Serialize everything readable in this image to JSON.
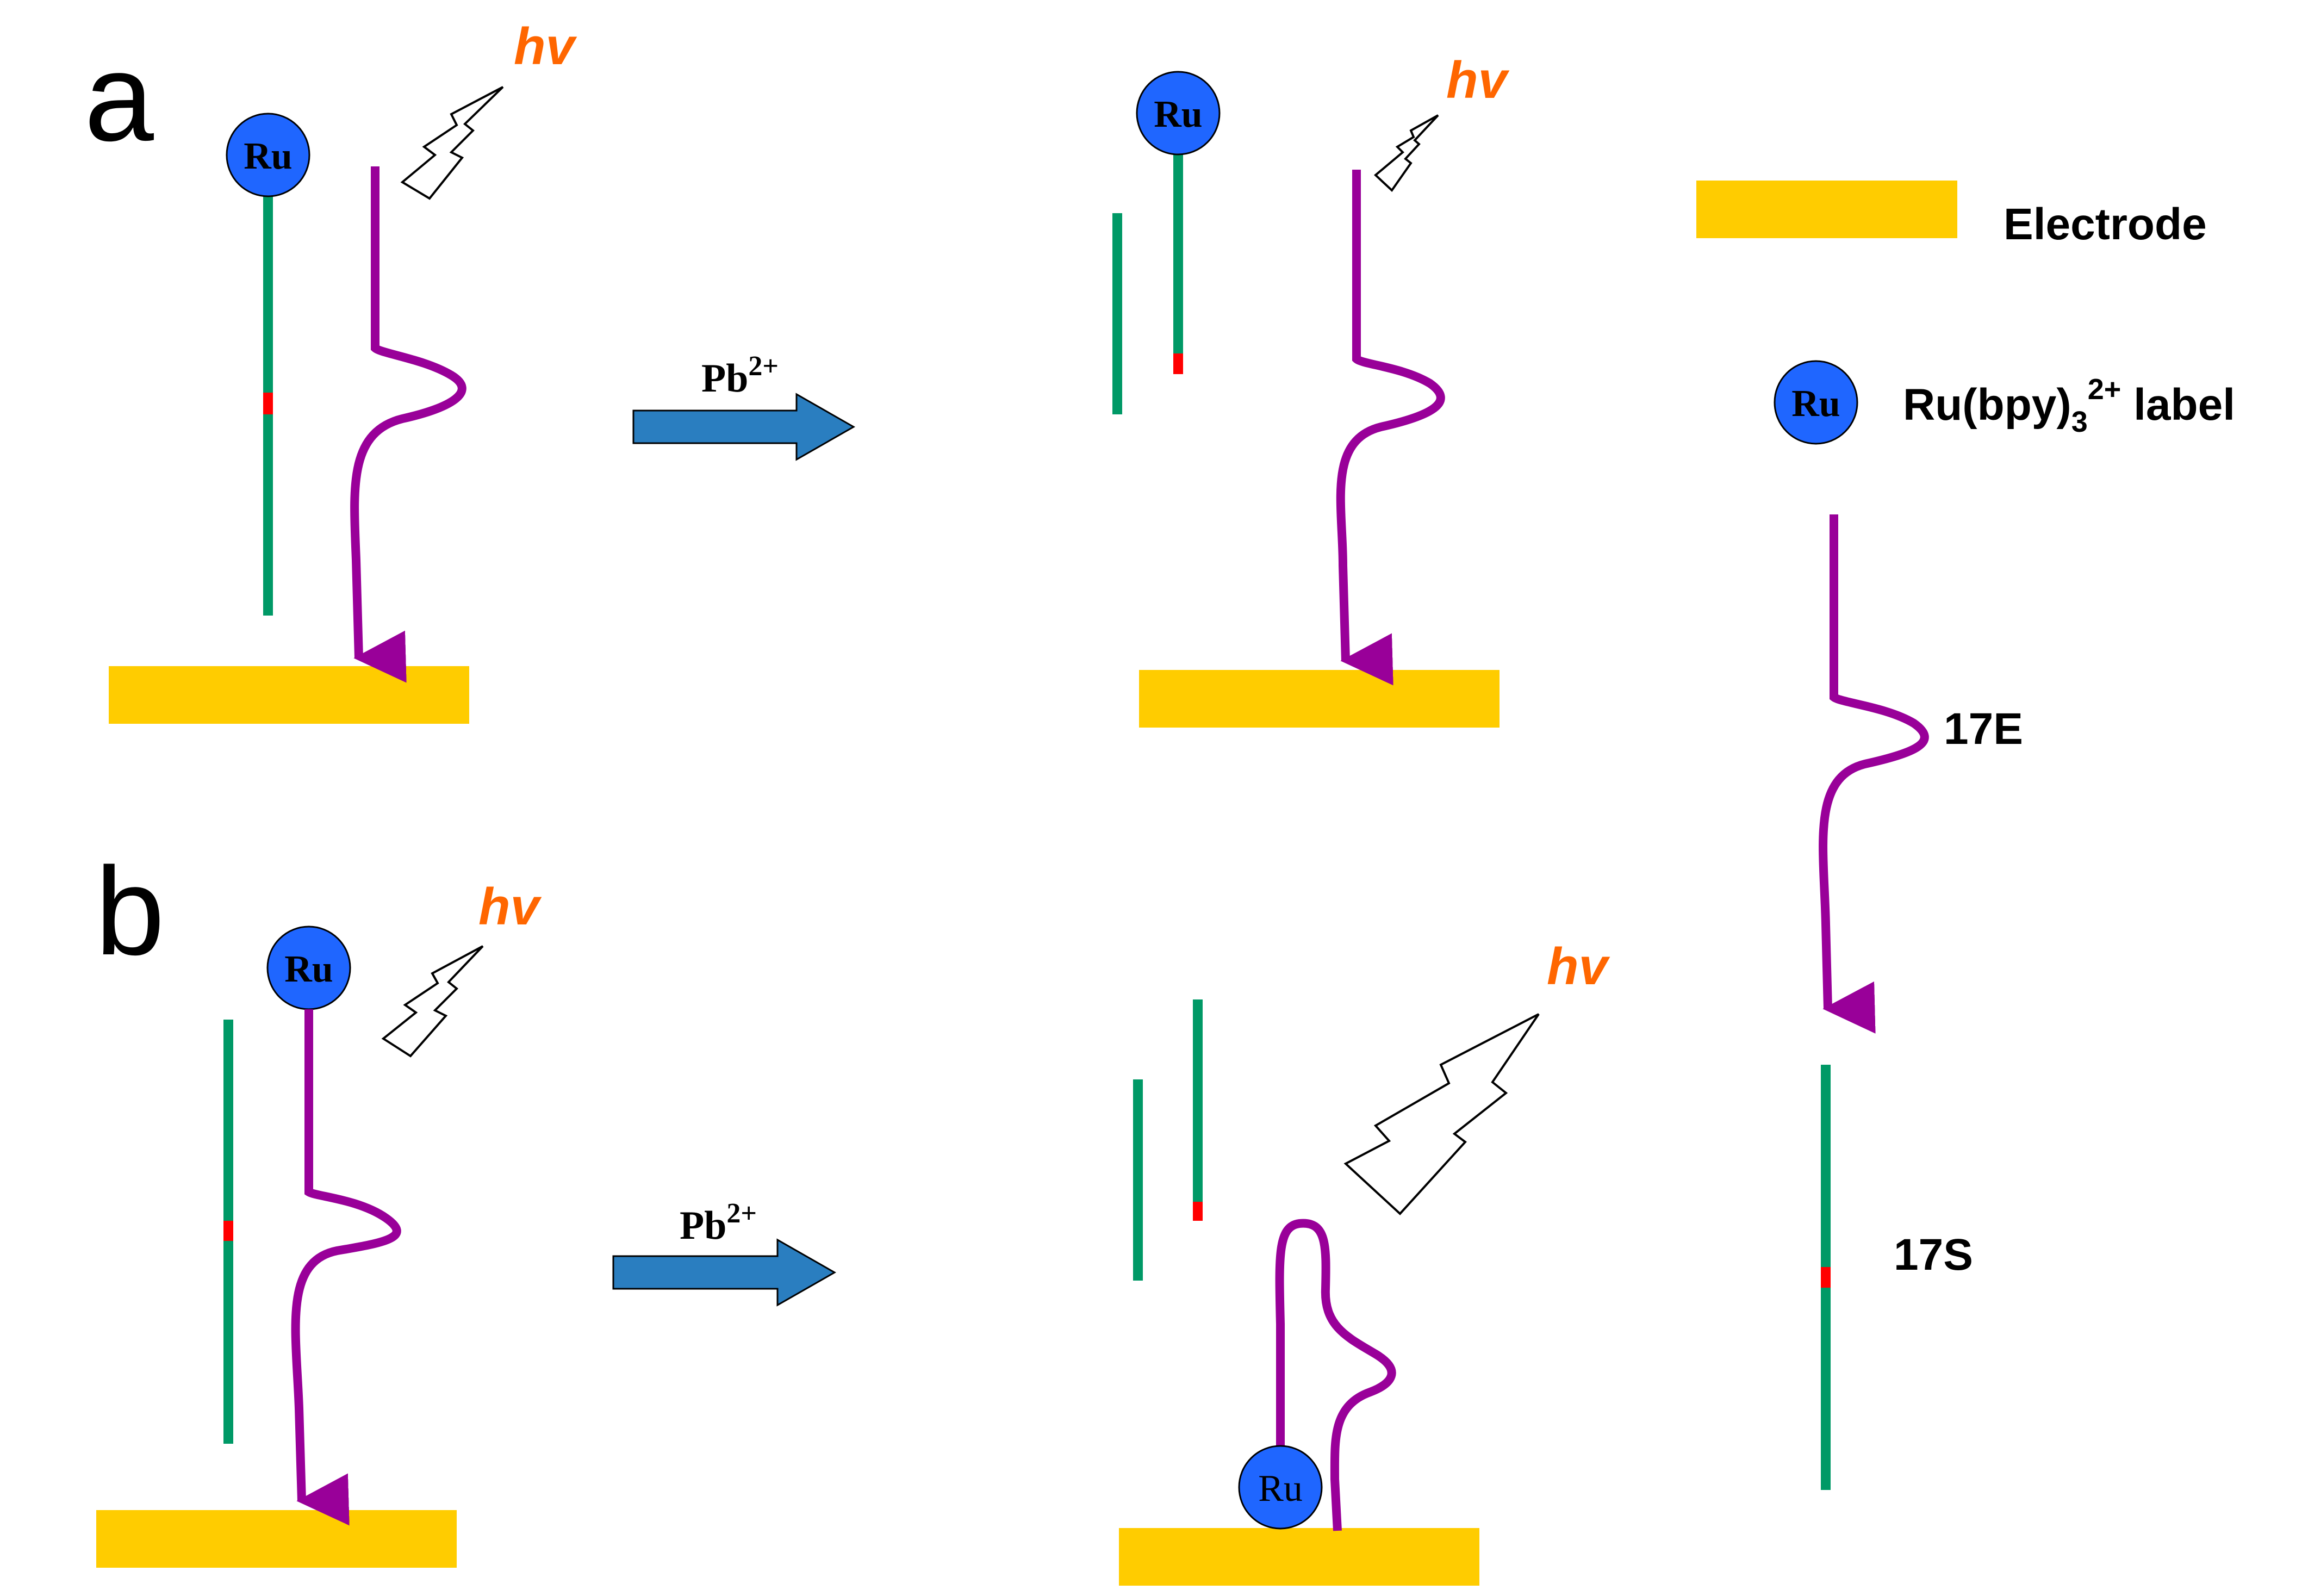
{
  "panels": [
    {
      "label": "a"
    },
    {
      "label": "b"
    }
  ],
  "photon_label": "hv",
  "ru_label": "Ru",
  "reaction_label": {
    "base": "Pb",
    "superscript": "2+"
  },
  "legend": {
    "electrode": "Electrode",
    "ru_label": {
      "base": "Ru(bpy)",
      "subscript": "3",
      "superscript": "2+",
      "suffix": " label"
    },
    "enzyme_strand": "17E",
    "substrate_strand": "17S"
  },
  "colors": {
    "electrode": "#ffcc00",
    "substrate_strand": "#009966",
    "cleavage_site": "#ff0000",
    "enzyme_strand": "#990099",
    "ru_circle": "#1f66ff",
    "arrow": "#2a7ec0",
    "hv_text": "#ff6600"
  }
}
